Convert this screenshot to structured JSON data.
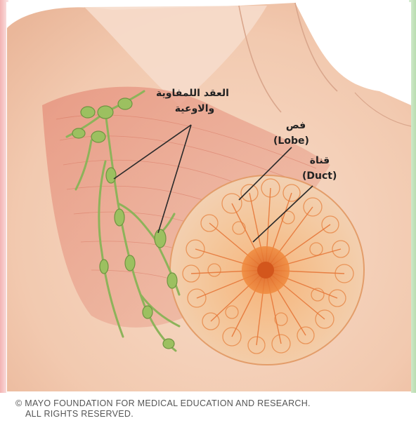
{
  "labels": {
    "lymph_ar_line1": "العقد اللمفاوية",
    "lymph_ar_line2": "والاوعية",
    "lobe_ar": "فص",
    "lobe_en": "(Lobe)",
    "duct_ar": "قناة",
    "duct_en": "(Duct)"
  },
  "copyright": {
    "line1": "© MAYO FOUNDATION FOR MEDICAL EDUCATION AND RESEARCH.",
    "line2": "ALL RIGHTS RESERVED."
  },
  "colors": {
    "skin": "#f3cdb4",
    "muscle": "#e7a48c",
    "lymph": "#8db35a",
    "gland": "#f2a564",
    "nipple": "#e8742e"
  }
}
